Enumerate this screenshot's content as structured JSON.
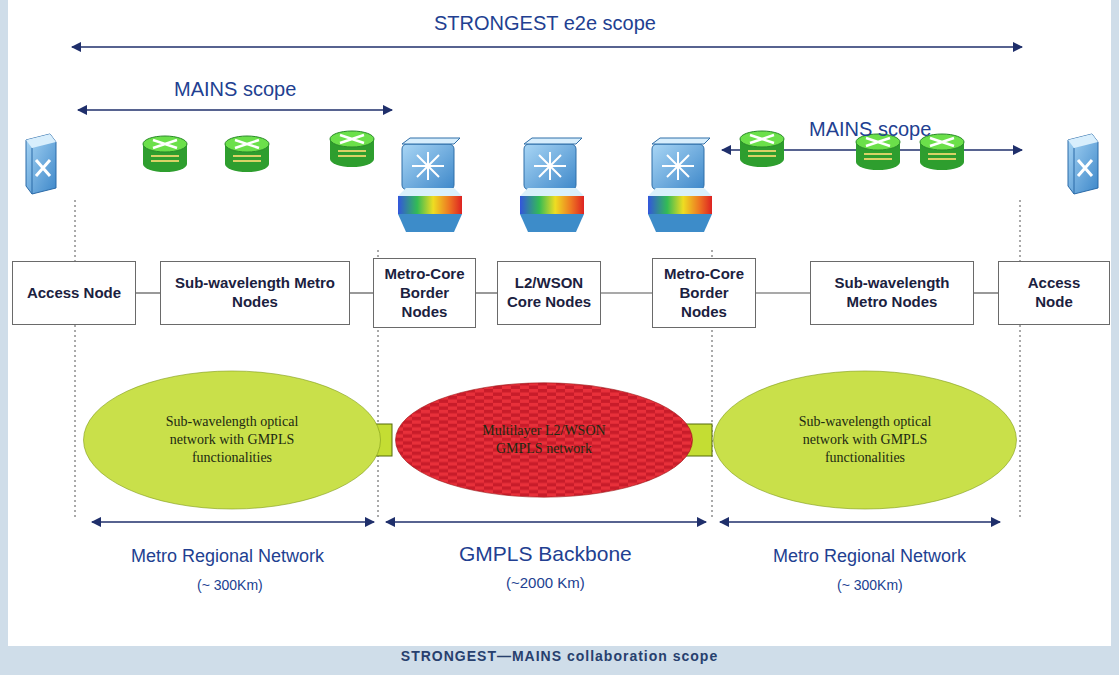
{
  "diagram": {
    "caption": "STRONGEST—MAINS collaboration scope",
    "nodes": [
      {
        "text": [
          "Access Node"
        ]
      },
      {
        "text": [
          "Sub-wavelength Metro Nodes"
        ]
      },
      {
        "text": [
          "Metro-Core Border Nodes"
        ]
      },
      {
        "text": [
          "L2/WSON Core Nodes"
        ]
      },
      {
        "text": [
          "Metro-Core Border Nodes"
        ]
      },
      {
        "text": [
          "Sub-wavelength Metro Nodes"
        ]
      },
      {
        "text": [
          "Access Node"
        ]
      },
      {
        "text": [
          "Sub-wavelength optical network with GMPLS functionalities"
        ]
      },
      {
        "text": [
          "Multilayer L2/WSON GMPLS network"
        ]
      },
      {
        "text": [
          "Sub-wavelength optical network with GMPLS functionalities"
        ]
      }
    ],
    "edges": [
      {
        "from": 0,
        "to": 1,
        "arrow": "none"
      },
      {
        "from": 1,
        "to": 2,
        "arrow": "none"
      },
      {
        "from": 2,
        "to": 3,
        "arrow": "none"
      },
      {
        "from": 3,
        "to": 4,
        "arrow": "none"
      },
      {
        "from": 4,
        "to": 5,
        "arrow": "none"
      },
      {
        "from": 5,
        "to": 6,
        "arrow": "none"
      }
    ],
    "labels": [
      "STRONGEST e2e scope",
      "MAINS scope",
      "MAINS scope",
      "Metro Regional Network",
      "(~ 300Km)",
      "GMPLS Backbone",
      "(~2000 Km)",
      "Metro Regional Network",
      "(~ 300Km)"
    ]
  }
}
